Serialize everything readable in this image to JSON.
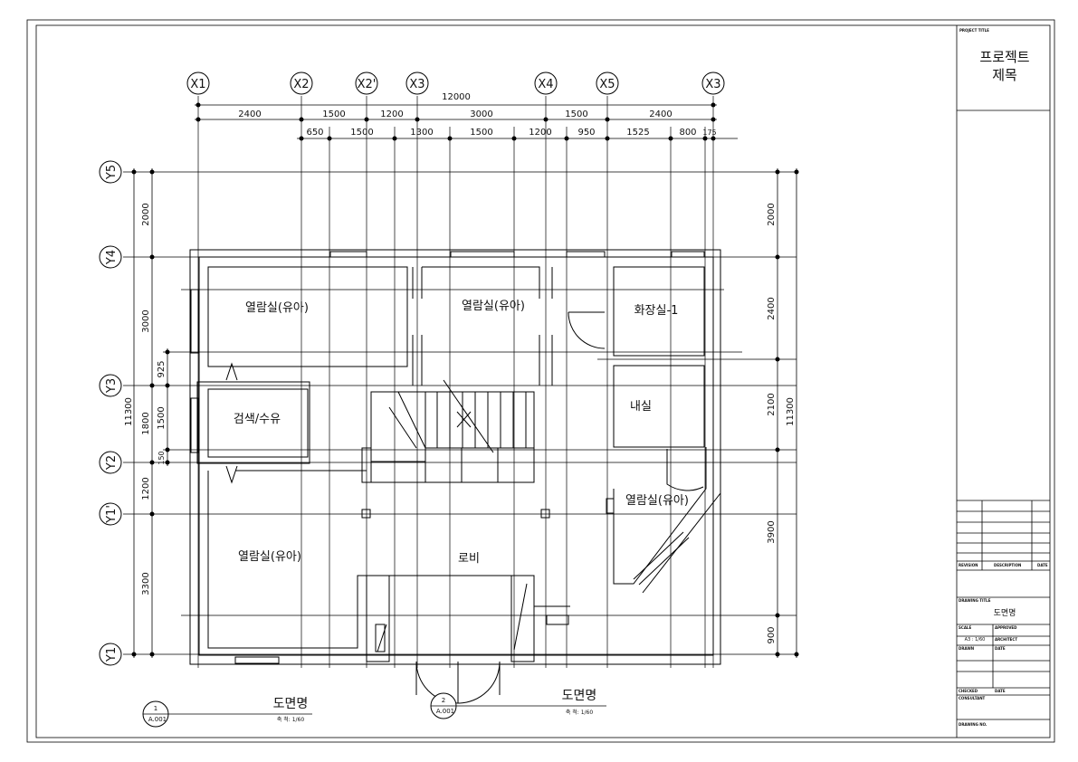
{
  "title_block": {
    "project_title_label": "PROJECT TITLE",
    "project_title_line1": "프로젝트",
    "project_title_line2": "제목",
    "revision_label": "REVISION",
    "description_label": "DESCRIPTION",
    "date_label": "DATE",
    "drawing_title_label": "DRAWING TITLE",
    "drawing_title": "도면명",
    "scale_label": "SCALE",
    "scale_value": "A3 : 1/60",
    "approved_label": "APPROVED",
    "architect_label": "ARCHITECT",
    "drawn_label": "DRAWN",
    "date2_label": "DATE",
    "checked_label": "CHECKED",
    "date3_label": "DATE",
    "consultant_label": "CONSULTANT",
    "drawing_no_label": "DRAWING NO."
  },
  "grid_x": [
    "X1",
    "X2",
    "X2'",
    "X3",
    "X4",
    "X5",
    "X3"
  ],
  "grid_y": [
    "Y5",
    "Y4",
    "Y3",
    "Y2",
    "Y1'",
    "Y1"
  ],
  "dims_top_total": "12000",
  "dims_top_row1": [
    "2400",
    "1500",
    "1200",
    "3000",
    "1500",
    "2400"
  ],
  "dims_top_row2": [
    "650",
    "1500",
    "1300",
    "1500",
    "1200",
    "950",
    "1525",
    "800",
    "175"
  ],
  "dims_left_total": "11300",
  "dims_left": [
    "2000",
    "3000",
    "1800",
    "1200",
    "3300"
  ],
  "dims_left_inner": [
    "925",
    "1500",
    "150"
  ],
  "dims_right_total": "11300",
  "dims_right": [
    "2000",
    "2400",
    "2100",
    "3900",
    "900"
  ],
  "rooms": {
    "reading_1": "열람실(유아)",
    "reading_2": "열람실(유아)",
    "toilet": "화장실-1",
    "inner_room": "내실",
    "search": "검색/수유",
    "reading_3": "열람실(유아)",
    "reading_4": "열람실(유아)",
    "lobby": "로비"
  },
  "drawing_labels": [
    {
      "num": "1",
      "sheet": "A.001",
      "title": "도면명",
      "scale": "축 척: 1/60"
    },
    {
      "num": "2",
      "sheet": "A.001",
      "title": "도면명",
      "scale": "축 척: 1/60"
    }
  ]
}
